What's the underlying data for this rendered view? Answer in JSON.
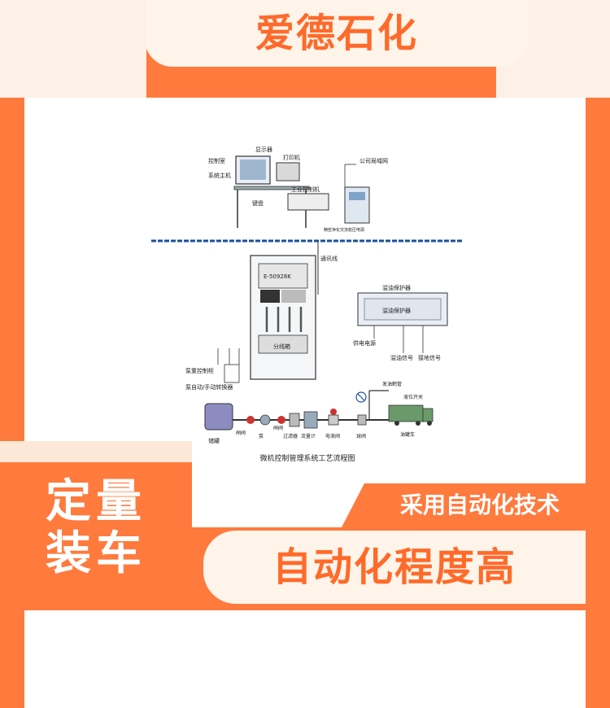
{
  "brand": {
    "title": "爱德石化"
  },
  "diagram": {
    "caption": "微机控制管理系统工艺流程图",
    "labels": {
      "control_room": "控制室",
      "display": "显示器",
      "printer": "打印机",
      "host": "系统主机",
      "keyboard": "键盘",
      "ipc": "工业控制机",
      "lan": "公司局域网",
      "cabinet": "精密净化交流稳压电源",
      "comm_line": "通讯线",
      "controller_model": "E-50928K",
      "junction": "分线箱",
      "protector1": "溢油保护器",
      "protector2": "溢油保护器",
      "power_supply": "供电电源",
      "overflow_signal": "溢油信号",
      "ground_signal": "接地信号",
      "pump_control": "泵重控制柜",
      "pump_switch": "泵自动/手动转换器",
      "tank": "储罐",
      "gate_valve1": "闸阀",
      "pump": "泵",
      "gate_valve2": "闸阀",
      "filter": "过滤器",
      "flowmeter": "流量计",
      "solenoid": "电液阀",
      "ball_valve": "球阀",
      "crane": "发油鹤管",
      "level_switch": "液位开关",
      "truck": "油罐车"
    }
  },
  "product": {
    "title_line1": "定量",
    "title_line2": "装车"
  },
  "features": {
    "tag1": "采用自动化技术",
    "tag2": "自动化程度高"
  },
  "colors": {
    "accent": "#ff7a3d",
    "cream": "#fff4ea",
    "text_orange": "#ff6a2a"
  }
}
